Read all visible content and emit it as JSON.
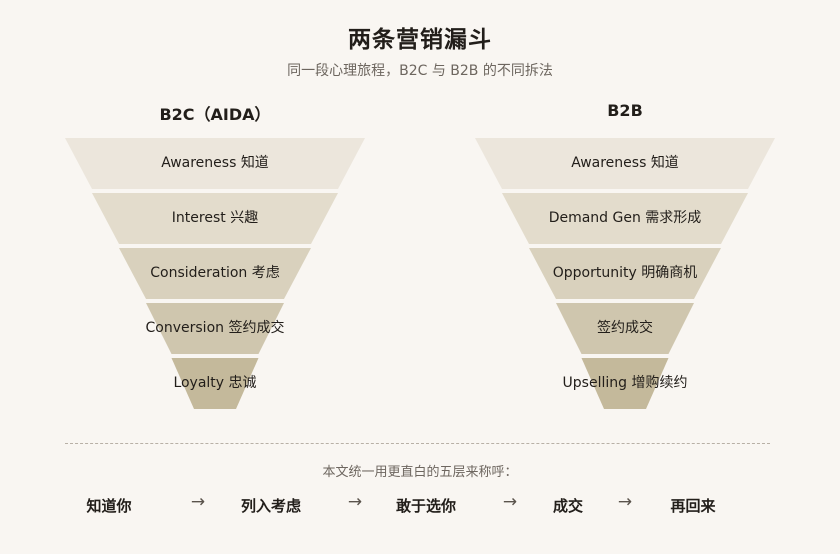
{
  "title": "两条营销漏斗",
  "subtitle": "同一段心理旅程，B2C 与 B2B 的不同拆法",
  "funnels": [
    {
      "title": "B2C（AIDA）",
      "layers": [
        "Awareness 知道",
        "Interest 兴趣",
        "Consideration 考虑",
        "Conversion 签约成交",
        "Loyalty 忠诚"
      ]
    },
    {
      "title": "B2B",
      "layers": [
        "Awareness 知道",
        "Demand Gen 需求形成",
        "Opportunity 明确商机",
        "签约成交",
        "Upselling 增购续约"
      ]
    }
  ],
  "stages": {
    "heading": "本文统一用更直白的五层来称呼：",
    "items": [
      "知道你",
      "列入考虑",
      "敢于选你",
      "成交",
      "再回来"
    ],
    "arrow": "→"
  },
  "colors": {
    "background": "#f9f6f2",
    "layer1": "#ece6dc",
    "layer2": "#e3dccc",
    "layer3": "#d9d1bd",
    "layer4": "#cfc6ae",
    "layer5": "#c4b99b"
  }
}
